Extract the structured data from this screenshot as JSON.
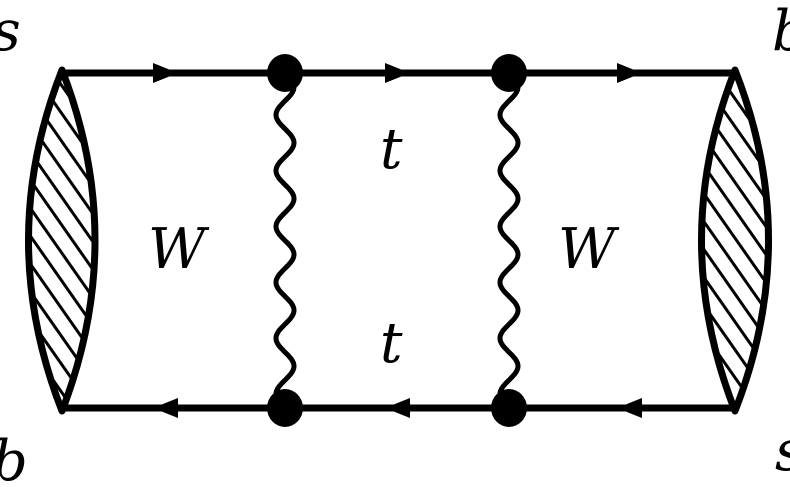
{
  "diagram": {
    "type": "feynman-box-diagram",
    "external_labels": {
      "top_left": "s",
      "top_right": "b",
      "bottom_left": "b",
      "bottom_right": "s"
    },
    "internal_labels": {
      "left_boson": "W",
      "right_boson": "W",
      "top_quark": "t",
      "bottom_quark": "t"
    },
    "colors": {
      "line": "#000000",
      "background": "#ffffff"
    }
  }
}
